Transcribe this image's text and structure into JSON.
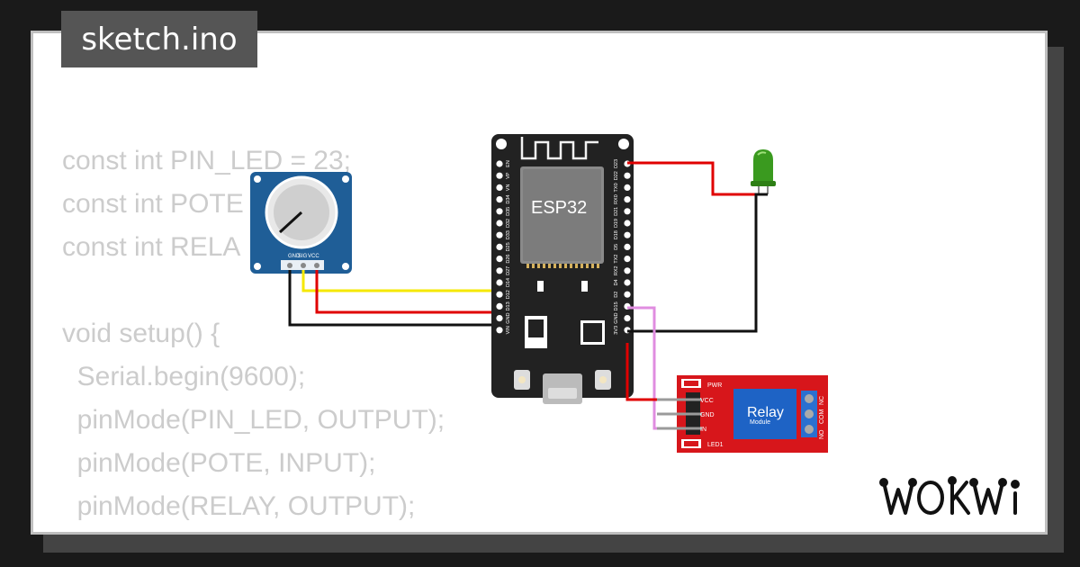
{
  "file_tab": {
    "label": "sketch.ino"
  },
  "code_lines": [
    "const int PIN_LED = 23;",
    "const int POTE",
    "const int RELA",
    "",
    "void setup() {",
    "  Serial.begin(9600);",
    "  pinMode(PIN_LED, OUTPUT);",
    "  pinMode(POTE, INPUT);",
    "  pinMode(RELAY, OUTPUT);"
  ],
  "esp32": {
    "chip_label": "ESP32",
    "left_pins": [
      "EN",
      "VP",
      "VN",
      "D34",
      "D35",
      "D32",
      "D33",
      "D25",
      "D26",
      "D27",
      "D14",
      "D12",
      "D13",
      "GND",
      "VIN"
    ],
    "right_pins": [
      "D23",
      "D22",
      "TX0",
      "RX0",
      "D21",
      "D19",
      "D18",
      "D5",
      "TX2",
      "RX2",
      "D4",
      "D2",
      "D15",
      "GND",
      "3V3"
    ]
  },
  "potentiometer": {
    "pin_labels": [
      "GND",
      "SIG",
      "VCC"
    ]
  },
  "relay": {
    "title": "Relay",
    "subtitle": "Module",
    "pwr_label": "PWR",
    "led_label": "LED1",
    "pin_labels": [
      "VCC",
      "GND",
      "IN"
    ],
    "terminal_labels": [
      "NO",
      "COM",
      "NC"
    ]
  },
  "brand": {
    "logo": "WOKWi"
  },
  "colors": {
    "board": "#222222",
    "pot_board": "#1f5e97",
    "relay_board": "#d7161b",
    "relay_coil": "#1e63c5",
    "led": "#3a9a1f",
    "wire_red": "#e00000",
    "wire_yellow": "#f5e800",
    "wire_black": "#111111",
    "wire_pink": "#e08de0",
    "wire_gray": "#9a9a9a"
  }
}
